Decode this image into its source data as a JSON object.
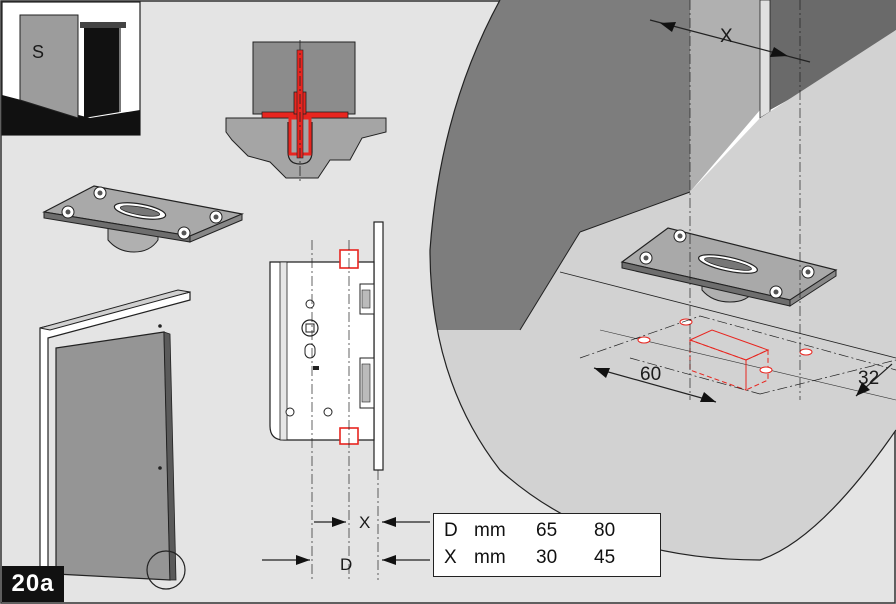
{
  "figure_number": "20a",
  "inset_door_label": "S",
  "dimension_labels": {
    "x_upper": "X",
    "x_lower": "X",
    "d_lower": "D",
    "width_60": "60",
    "depth_32": "32"
  },
  "dimension_table": {
    "rows": [
      [
        "D",
        "mm",
        "65",
        "80"
      ],
      [
        "X",
        "mm",
        "30",
        "45"
      ]
    ]
  },
  "colors": {
    "highlight_red": "#e8251f",
    "metal_grey": "#9a9a9a",
    "floor_grey": "#c8c8c8",
    "outline": "#1a1a1a"
  }
}
